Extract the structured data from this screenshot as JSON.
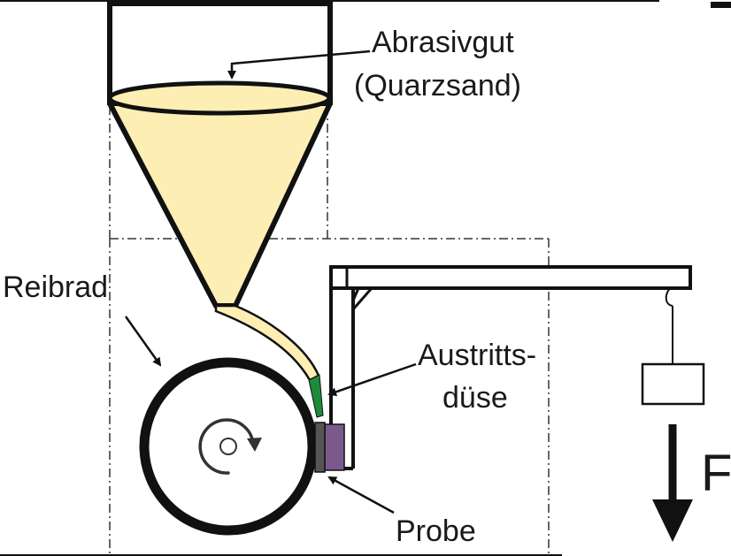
{
  "labels": {
    "abrasive_line1": "Abrasivgut",
    "abrasive_line2": "(Quarzsand)",
    "wheel": "Reibrad",
    "nozzle_line1": "Austritts-",
    "nozzle_line2": "düse",
    "sample": "Probe",
    "force": "F"
  },
  "colors": {
    "sand": "#fdeeb4",
    "nozzle": "#1f8a3a",
    "sample": "#7a5a8c",
    "line": "#111111"
  }
}
